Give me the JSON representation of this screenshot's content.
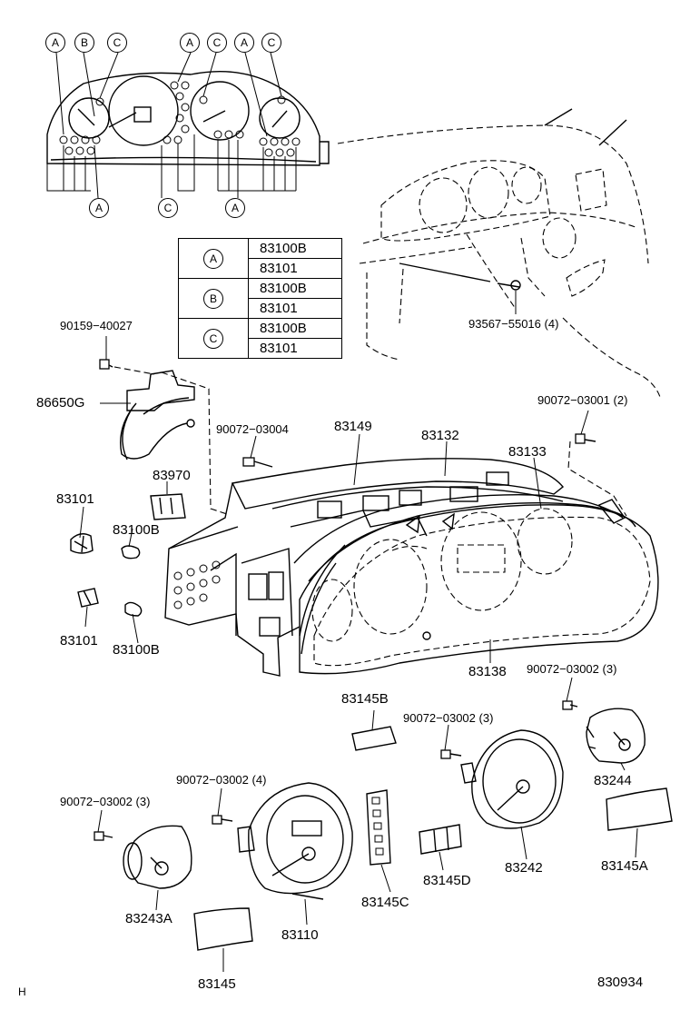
{
  "callouts_top": [
    "A",
    "B",
    "C",
    "A",
    "C",
    "A",
    "C"
  ],
  "callouts_bottom": [
    "A",
    "C",
    "A"
  ],
  "legend": [
    {
      "key": "A",
      "parts": [
        "83100B",
        "83101"
      ]
    },
    {
      "key": "B",
      "parts": [
        "83100B",
        "83101"
      ]
    },
    {
      "key": "C",
      "parts": [
        "83100B",
        "83101"
      ]
    }
  ],
  "labels": {
    "screw_93567": "93567−55016 (4)",
    "screw_90159": "90159−40027",
    "p86650G": "86650G",
    "screw_90072_03001": "90072−03001 (2)",
    "screw_90072_03004": "90072−03004",
    "p83149": "83149",
    "p83132": "83132",
    "p83133": "83133",
    "p83970": "83970",
    "p83101_a": "83101",
    "p83100B_a": "83100B",
    "p83101_b": "83101",
    "p83100B_b": "83100B",
    "p83138": "83138",
    "screw_90072_03002_r": "90072−03002 (3)",
    "p83145B": "83145B",
    "screw_90072_03002_m": "90072−03002 (3)",
    "p83244": "83244",
    "screw_90072_03002_4": "90072−03002 (4)",
    "screw_90072_03002_l": "90072−03002 (3)",
    "p83242": "83242",
    "p83145A": "83145A",
    "p83145D": "83145D",
    "p83145C": "83145C",
    "p83243A": "83243A",
    "p83110": "83110",
    "p83145": "83145",
    "footer_left": "H",
    "footer_right": "830934"
  }
}
